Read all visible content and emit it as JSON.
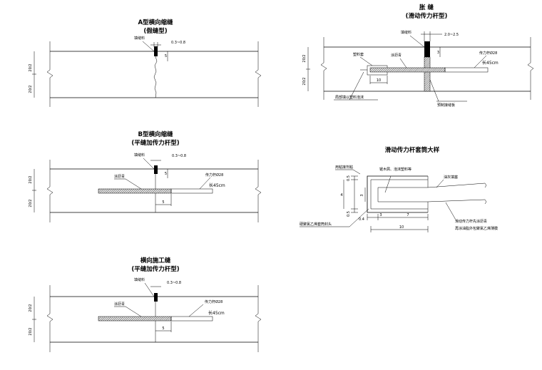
{
  "panelA": {
    "title": "A型横向缩缝",
    "subtitle": "(假缝型)",
    "seal_label": "填缝料",
    "width_dim": "0.3~0.8",
    "depth_dim": "5",
    "half_top": "20/2",
    "half_bot": "20/2"
  },
  "panelB": {
    "title": "B型横向缩缝",
    "subtitle": "(平缝加传力杆型)",
    "seal_label": "填缝料",
    "width_dim": "0.3~0.8",
    "depth_dim": "5",
    "asphalt_label": "涂沥青",
    "dowel_label": "传力杆Ø28",
    "length_label": "长45cm",
    "dowel_dim": "5",
    "half_top": "20/2",
    "half_bot": "20/2"
  },
  "panelC": {
    "title": "横向施工缝",
    "subtitle": "(平缝加传力杆型)",
    "seal_label": "填缝料",
    "width_dim": "0.3~0.8",
    "asphalt_label": "涂沥青",
    "dowel_label": "传力杆Ø28",
    "length_label": "长45cm",
    "dowel_dim": "5",
    "half_top": "20/2",
    "half_bot": "20/2"
  },
  "panelD": {
    "title": "胀    缝",
    "subtitle": "(滑动传力杆型)",
    "seal_label": "填缝料",
    "width_dim": "2.0~2.5",
    "depth_dim": "3",
    "sleeve_label": "塑料套",
    "asphalt_label": "涂沥青",
    "dowel_label": "传力杆Ø28",
    "length_label": "长45cm",
    "sleeve_dim": "10",
    "sleeve_note": "局部填以塑料泡沫",
    "board_label": "预制接缝板",
    "half_top": "20/2",
    "half_bot": "20/2"
  },
  "panelE": {
    "title": "滑动传力杆套筒大样",
    "tape_label": "用粘接剂粘",
    "fill_label": "锯木屑、泡沫塑料等",
    "seal_label": "油灰填塞",
    "cap_label": "硬聚氯乙烯套筒封头",
    "coat_label": "滑动传力杆先涂沥青",
    "coat_label2": "再涂油脂外包聚氯乙烯薄膜",
    "dim_05_top": "0.5",
    "dim_4": "4",
    "dim_3_vert": "3",
    "dim_05_bot": "0.5",
    "dim_04": "0.4",
    "dim_3": "3",
    "dim_7": "7",
    "dim_10": "10"
  }
}
